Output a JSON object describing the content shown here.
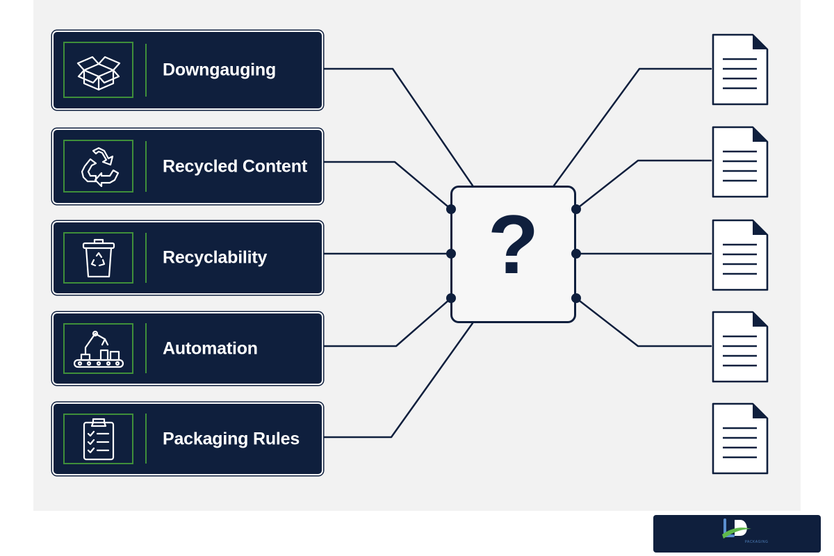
{
  "topics": [
    {
      "label": "Downgauging",
      "icon": "open-box-icon"
    },
    {
      "label": "Recycled Content",
      "icon": "recycle-arrows-icon"
    },
    {
      "label": "Recyclability",
      "icon": "recycle-bin-icon"
    },
    {
      "label": "Automation",
      "icon": "robotic-arm-conveyor-icon"
    },
    {
      "label": "Packaging Rules",
      "icon": "checklist-clipboard-icon"
    }
  ],
  "hub": {
    "symbol": "?",
    "icon": "question-mark-icon"
  },
  "documents": {
    "count": 5,
    "icon": "document-icon"
  },
  "logo": {
    "wordmark": "PACKAGING"
  },
  "colors": {
    "navy": "#0f1f3d",
    "accent_green": "#3f8f3a",
    "panel_background": "#f2f2f2",
    "card_text": "#ffffff"
  }
}
